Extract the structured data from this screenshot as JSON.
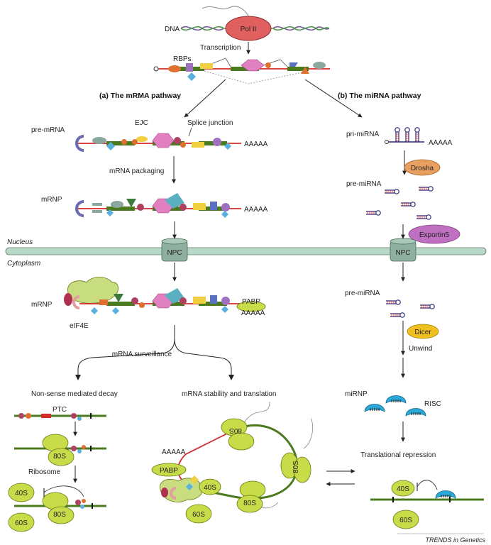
{
  "labels": {
    "dna": "DNA",
    "pol2": "Pol II",
    "transcription": "Transcription",
    "rbps": "RBPs",
    "pathway_a": "(a) The mRMA pathway",
    "pathway_b": "(b) The miRNA pathway",
    "pre_mrna": "pre-mRNA",
    "ejc": "EJC",
    "splice_junction": "Splice junction",
    "polya": "AAAAA",
    "mrna_packaging": "mRNA packaging",
    "mrnp": "mRNP",
    "pri_mirna": "pri-miRNA",
    "drosha": "Drosha",
    "pre_mirna": "pre-miRNA",
    "exportin5": "Exportin5",
    "nucleus": "Nucleus",
    "cytoplasm": "Cytoplasm",
    "npc": "NPC",
    "pabp": "PABP",
    "eif4e": "eIF4E",
    "dicer": "Dicer",
    "unwind": "Unwind",
    "mrna_surveillance": "mRNA surveillance",
    "nmd": "Non-sense mediated decay",
    "stability": "mRNA stability and translation",
    "ptc": "PTC",
    "ribosome": "Ribosome",
    "s80": "80S",
    "s40": "40S",
    "s60": "60S",
    "mirnp": "miRNP",
    "risc": "RISC",
    "translational_repression": "Translational repression",
    "credit": "TRENDS in Genetics"
  },
  "colors": {
    "rna_red": "#d42a2a",
    "exon_green": "#4a7a1e",
    "ribosome": "#c8dc4a",
    "ribosome_edge": "#6a7a10",
    "pol2": "#e06060",
    "drosha": "#e8a060",
    "exportin": "#c070c0",
    "dicer": "#f0c020",
    "risc": "#2aa8d8",
    "membrane": "#b8d8c8",
    "npc": "#8fb0a0"
  }
}
